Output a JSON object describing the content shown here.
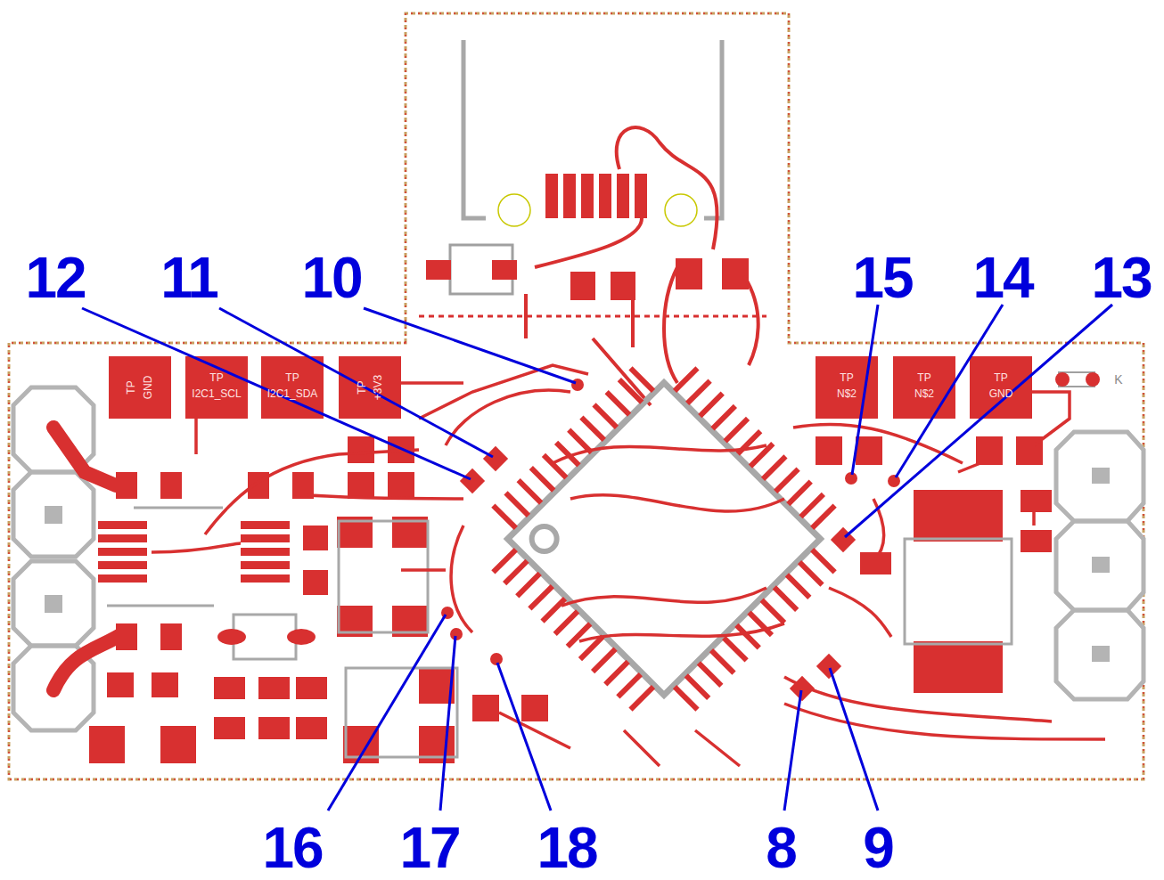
{
  "diagram": {
    "labels": [
      "12",
      "11",
      "10",
      "15",
      "14",
      "13",
      "16",
      "17",
      "18",
      "8",
      "9",
      "TP",
      "GND",
      "TP",
      "I2C1_SCL",
      "TP",
      "I2C1_SDA",
      "TP",
      "+3V3",
      "TP",
      "N$2",
      "TP",
      "N$2",
      "TP",
      "GND",
      "K"
    ]
  }
}
